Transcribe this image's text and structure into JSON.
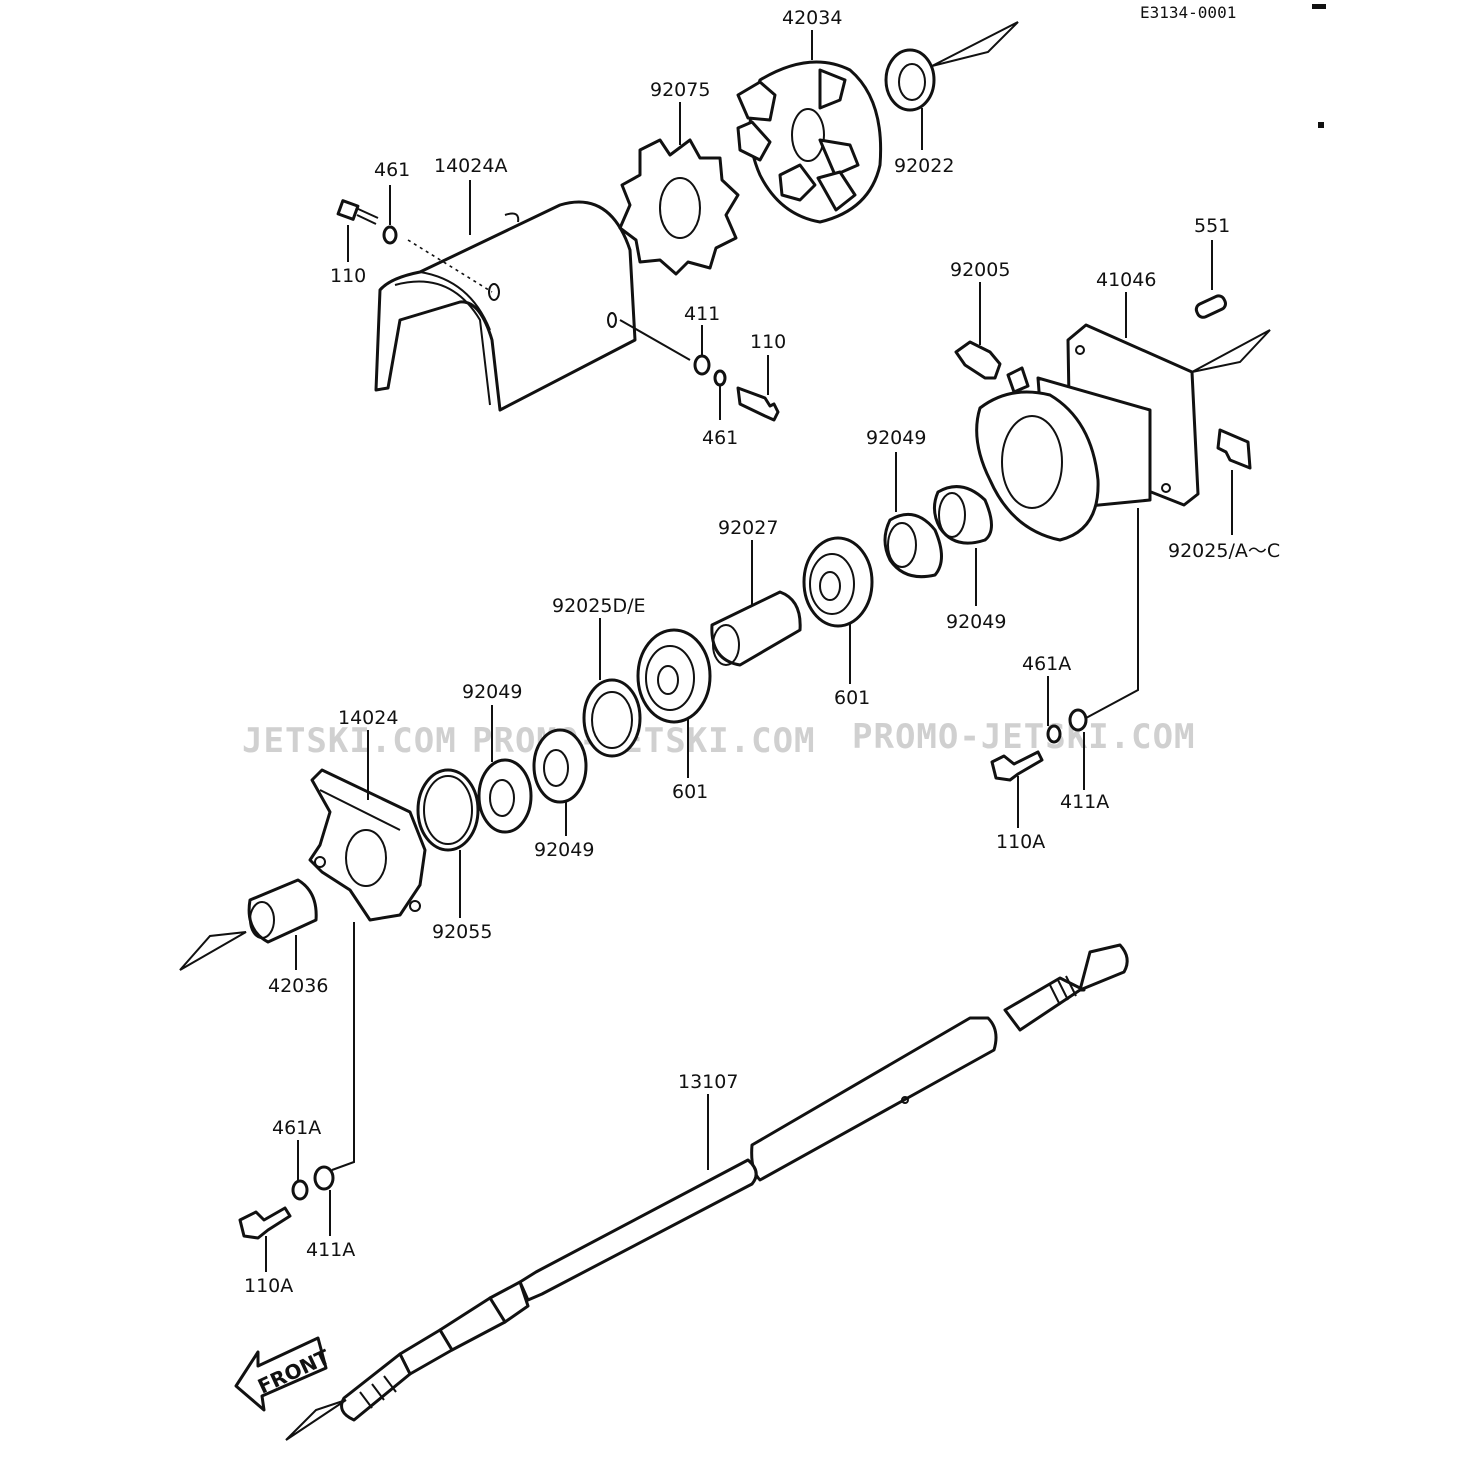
{
  "diagram_code": "E3134-0001",
  "watermarks": [
    "JETSKI.COM",
    "PROMO-JETSKI.COM",
    "PROMO-JETSKI.COM"
  ],
  "front_label": "FRONT",
  "labels": {
    "p42034": "42034",
    "p92075": "92075",
    "p92022": "92022",
    "p461_top": "461",
    "p14024A": "14024A",
    "p110_top": "110",
    "p411": "411",
    "p110_mid": "110",
    "p461_mid": "461",
    "p551": "551",
    "p92005": "92005",
    "p41046": "41046",
    "p92049_a": "92049",
    "p92049_b": "92049",
    "p92025AC": "92025/A～C",
    "p92027": "92027",
    "p92025DE": "92025D/E",
    "p601_a": "601",
    "p601_b": "601",
    "p461A_r": "461A",
    "p411A_r": "411A",
    "p110A_r": "110A",
    "p92049_c": "92049",
    "p92049_d": "92049",
    "p14024": "14024",
    "p92055": "92055",
    "p42036": "42036",
    "p13107": "13107",
    "p461A_l": "461A",
    "p411A_l": "411A",
    "p110A_l": "110A"
  }
}
